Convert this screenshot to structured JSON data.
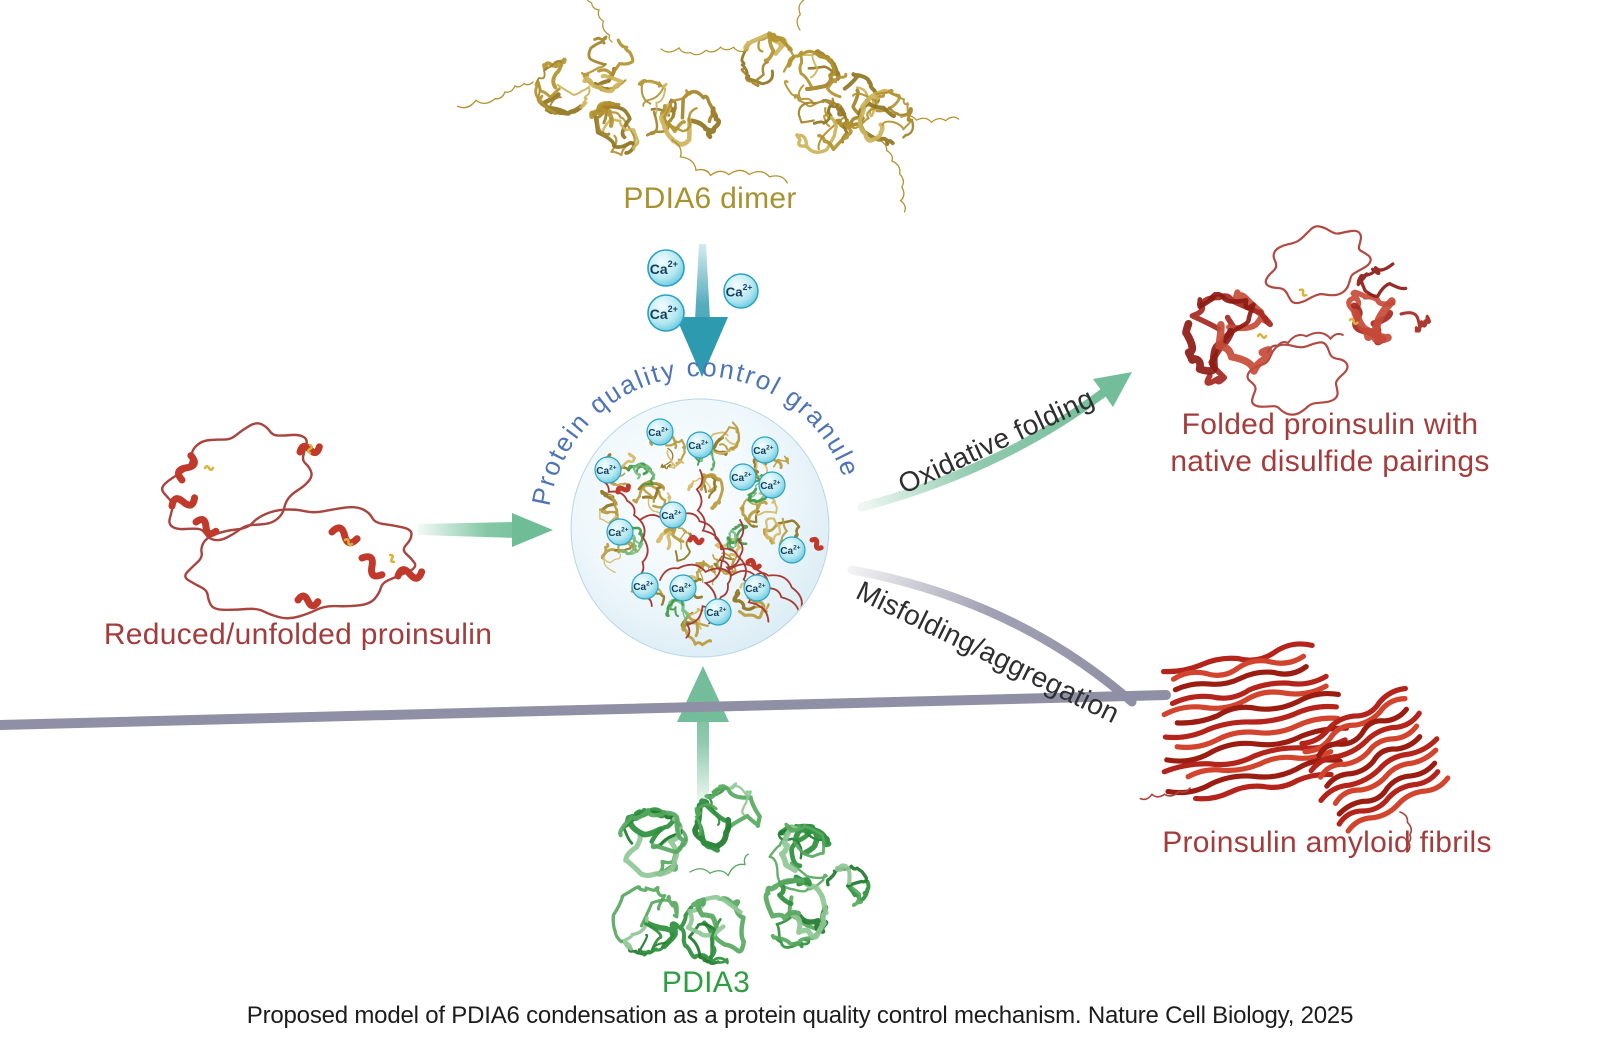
{
  "figure": {
    "caption": "Proposed model of PDIA6 condensation as a protein quality control mechanism. Nature Cell Biology, 2025",
    "granule": {
      "label": "Protein quality control granule",
      "label_color": "#4d74b5",
      "fill_tint": "#e3f1f8"
    },
    "ion": {
      "symbol": "Ca",
      "charge": "2+",
      "ball_color": "#41bcd8"
    },
    "nodes": {
      "pdia6_dimer": {
        "label": "PDIA6 dimer",
        "color": "#a8912f",
        "structure_color": "#b3922f"
      },
      "reduced_proinsulin": {
        "label": "Reduced/unfolded proinsulin",
        "color": "#a43c3c",
        "structure_color": "#a8453f"
      },
      "pdia3": {
        "label": "PDIA3",
        "color": "#2f9e41",
        "structure_color": "#2e8f3c"
      },
      "folded_proinsulin": {
        "lines": [
          "Folded proinsulin with",
          "native disulfide pairings"
        ],
        "color": "#a43c3c",
        "structure_color": "#a5281f"
      },
      "amyloid_fibrils": {
        "label": "Proinsulin amyloid fibrils",
        "color": "#a43c3c",
        "structure_color": "#b5241b"
      }
    },
    "processes": {
      "calcium_influx": {
        "color": "#2d9ab0"
      },
      "substrate_entry": {
        "color": "#6fbd97"
      },
      "pdia3_entry": {
        "color": "#74bd9a"
      },
      "oxidative_folding": {
        "label": "Oxidative folding",
        "color": "#74bd9a",
        "text_color": "#2e2e2e"
      },
      "misfolding": {
        "label": "Misfolding/aggregation",
        "color": "#9191a6",
        "text_color": "#2e2e2e"
      }
    }
  }
}
